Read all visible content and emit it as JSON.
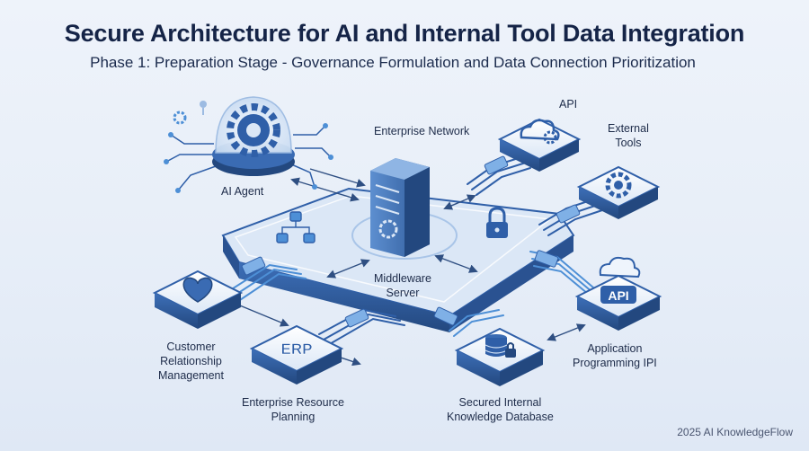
{
  "title": "Secure Architecture for AI and Internal Tool Data Integration",
  "subtitle": "Phase 1: Preparation Stage - Governance Formulation and Data Connection Prioritization",
  "nodes": {
    "ai_agent": "AI Agent",
    "enterprise_network": "Enterprise Network",
    "api_top": "API",
    "external_tools_1": "External",
    "external_tools_2": "Tools",
    "middleware_1": "Middleware",
    "middleware_2": "Server",
    "crm_1": "Customer",
    "crm_2": "Relationship",
    "crm_3": "Management",
    "erp_1": "Enterprise Resource",
    "erp_2": "Planning",
    "kb_1": "Secured Internal",
    "kb_2": "Knowledge Database",
    "app_api_1": "Application",
    "app_api_2": "Programming IPI"
  },
  "badges": {
    "erp": "ERP",
    "api": "API"
  },
  "icons": [
    "gear-icon",
    "cloud-gear-icon",
    "server-icon",
    "lock-icon",
    "network-icon",
    "heart-icon",
    "database-lock-icon",
    "cloud-icon"
  ],
  "colors": {
    "primary": "#2f5fa8",
    "dark": "#23487f",
    "light": "#cfe0f4",
    "accent": "#4d8fd6"
  },
  "footer": "2025 AI KnowledgeFlow"
}
